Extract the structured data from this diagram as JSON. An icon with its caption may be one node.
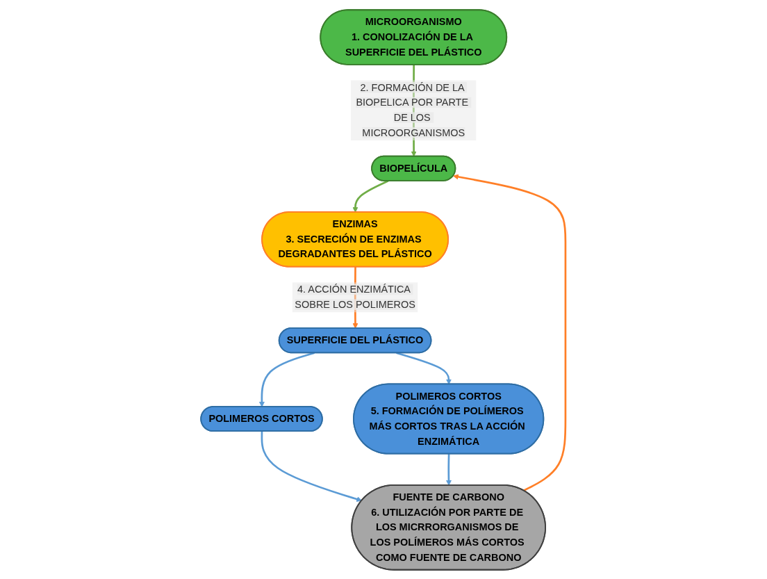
{
  "diagram": {
    "nodes": [
      {
        "text": [
          "MICROORGANISMO",
          "1. CONOLIZACIÓN DE LA SUPERFICIE DEL PLÁSTICO"
        ]
      },
      {
        "text": [
          "BIOPELÍCULA"
        ]
      },
      {
        "text": [
          "ENZIMAS",
          "3. SECRECIÓN DE ENZIMAS DEGRADANTES DEL PLÁSTICO"
        ]
      },
      {
        "text": [
          "SUPERFICIE DEL PLÁSTICO"
        ]
      },
      {
        "text": [
          "POLIMEROS CORTOS"
        ]
      },
      {
        "text": [
          "POLIMEROS CORTOS",
          "5. FORMACIÓN DE POLÍMEROS MÁS CORTOS TRAS LA ACCIÓN ENZIMÁTICA"
        ]
      },
      {
        "text": [
          "FUENTE DE CARBONO",
          "6. UTILIZACIÓN POR PARTE DE LOS MICRRORGANISMOS DE LOS POLÍMEROS MÁS CORTOS COMO FUENTE DE CARBONO"
        ]
      }
    ],
    "edges": [
      {
        "from": 0,
        "to": 1,
        "arrow": "to",
        "label": "2. FORMACIÓN DE LA BIOPELICA POR PARTE DE LOS MICROORGANISMOS",
        "color": "#70ad47"
      },
      {
        "from": 1,
        "to": 2,
        "arrow": "to",
        "color": "#70ad47"
      },
      {
        "from": 2,
        "to": 3,
        "arrow": "to",
        "label": "4. ACCIÓN ENZIMÁTICA SOBRE LOS POLIMEROS",
        "color": "#ff7f27"
      },
      {
        "from": 3,
        "to": 4,
        "arrow": "to"
      },
      {
        "from": 3,
        "to": 5,
        "arrow": "to"
      },
      {
        "from": 4,
        "to": 6,
        "arrow": "to"
      },
      {
        "from": 5,
        "to": 6,
        "arrow": "to"
      },
      {
        "from": 6,
        "to": 1,
        "arrow": "to",
        "color": "#ff7f27"
      }
    ]
  }
}
